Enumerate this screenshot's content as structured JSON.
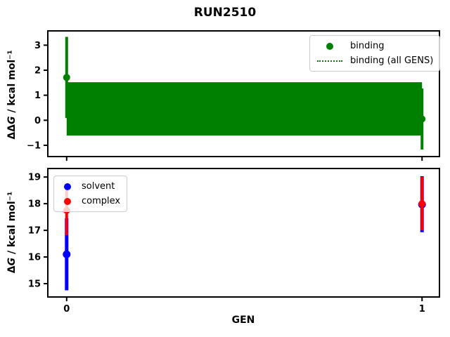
{
  "figure": {
    "title": "RUN2510"
  },
  "chart_data": [
    {
      "type": "scatter",
      "subtype": "errorbar",
      "title": "RUN2510",
      "ylabel": "ΔΔG / kcal mol⁻¹",
      "ylabel_parts": {
        "prefix": "ΔΔ",
        "var": "G",
        "suffix": " / kcal mol⁻¹"
      },
      "xlabel": "",
      "xlim": [
        -0.053,
        1.049
      ],
      "ylim": [
        -1.45,
        3.57
      ],
      "grid": false,
      "yticks": [
        {
          "v": 3,
          "label": "3"
        },
        {
          "v": 2,
          "label": "2"
        },
        {
          "v": 1,
          "label": "1"
        },
        {
          "v": 0,
          "label": "0"
        },
        {
          "v": -1,
          "label": "−1"
        }
      ],
      "xticks": [
        {
          "v": 0,
          "label": ""
        },
        {
          "v": 1,
          "label": ""
        }
      ],
      "band": {
        "label": "binding (all GENS)",
        "x_from": 0,
        "x_to": 1,
        "y_low": -0.61,
        "y_high": 1.52,
        "color": "#008000",
        "line_style": "dotted"
      },
      "series": [
        {
          "name": "binding",
          "color": "#008000",
          "marker": "circle",
          "line_width": 4,
          "marker_radius": 5,
          "points": [
            {
              "x": 0,
              "y": 1.71,
              "err_lo": 0.09,
              "err_hi": 3.33
            },
            {
              "x": 1,
              "y": 0.05,
              "err_lo": -1.17,
              "err_hi": 1.27
            }
          ]
        }
      ],
      "legend": {
        "position": "upper right",
        "entries": [
          {
            "label": "binding",
            "marker": "dot",
            "color": "#008000"
          },
          {
            "label": "binding (all GENS)",
            "marker": "dotted-line",
            "color": "#008000"
          }
        ]
      }
    },
    {
      "type": "scatter",
      "subtype": "errorbar",
      "title": "",
      "ylabel": "ΔG / kcal mol⁻¹",
      "ylabel_parts": {
        "prefix": "Δ",
        "var": "G",
        "suffix": " / kcal mol⁻¹"
      },
      "xlabel": "GEN",
      "xlim": [
        -0.053,
        1.049
      ],
      "ylim": [
        14.5,
        19.32
      ],
      "grid": false,
      "yticks": [
        {
          "v": 19,
          "label": "19"
        },
        {
          "v": 18,
          "label": "18"
        },
        {
          "v": 17,
          "label": "17"
        },
        {
          "v": 16,
          "label": "16"
        },
        {
          "v": 15,
          "label": "15"
        }
      ],
      "xticks": [
        {
          "v": 0,
          "label": "0"
        },
        {
          "v": 1,
          "label": "1"
        }
      ],
      "series": [
        {
          "name": "solvent",
          "color": "#0000ff",
          "marker": "circle",
          "line_width": 5,
          "marker_radius": 5.5,
          "points": [
            {
              "x": 0,
              "y": 16.1,
              "err_lo": 14.75,
              "err_hi": 17.45
            },
            {
              "x": 1,
              "y": 17.97,
              "err_lo": 16.93,
              "err_hi": 19.03
            }
          ]
        },
        {
          "name": "complex",
          "color": "#ff0000",
          "marker": "circle",
          "line_width": 4,
          "marker_radius": 5,
          "points": [
            {
              "x": 0,
              "y": 17.75,
              "err_lo": 16.82,
              "err_hi": 18.68
            },
            {
              "x": 1,
              "y": 18.0,
              "err_lo": 17.0,
              "err_hi": 19.0
            }
          ]
        }
      ],
      "legend": {
        "position": "upper left",
        "entries": [
          {
            "label": "solvent",
            "marker": "dot",
            "color": "#0000ff"
          },
          {
            "label": "complex",
            "marker": "dot",
            "color": "#ff0000"
          }
        ]
      }
    }
  ]
}
